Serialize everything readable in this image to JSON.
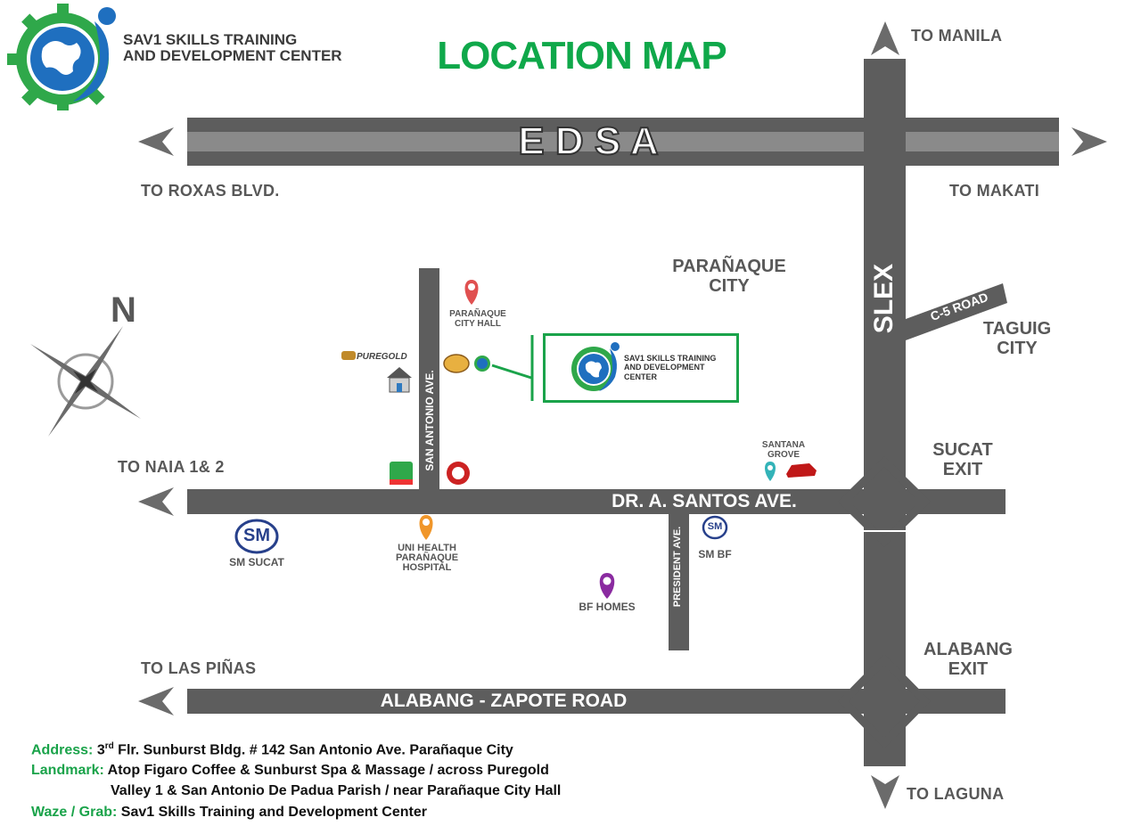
{
  "header": {
    "org_line1": "SAV1 SKILLS TRAINING",
    "org_line2": "AND DEVELOPMENT CENTER",
    "title": "LOCATION MAP"
  },
  "roads": {
    "edsa": "E D S A",
    "slex": "SLEX",
    "c5": "C-5 ROAD",
    "san_antonio": "SAN ANTONIO AVE.",
    "dr_santos": "DR. A. SANTOS AVE.",
    "president": "PRESIDENT AVE.",
    "alabang_zapote": "ALABANG - ZAPOTE ROAD"
  },
  "destinations": {
    "manila": "TO MANILA",
    "roxas": "TO ROXAS BLVD.",
    "makati": "TO MAKATI",
    "naia": "TO NAIA 1& 2",
    "las_pinas": "TO LAS PIÑAS",
    "laguna": "TO LAGUNA"
  },
  "areas": {
    "paranaque_city": "PARAÑAQUE CITY",
    "taguig_city": "TAGUIG CITY",
    "sucat_exit": "SUCAT EXIT",
    "alabang_exit": "ALABANG EXIT"
  },
  "landmarks": {
    "city_hall": "PARAÑAQUE CITY HALL",
    "puregold": "PUREGOLD",
    "santana_grove": "SANTANA GROVE",
    "sm_sucat": "SM SUCAT",
    "uni_health": "UNI HEALTH PARAÑAQUE HOSPITAL",
    "sm_bf": "SM BF",
    "bf_homes": "BF HOMES",
    "sm_logo": "SM"
  },
  "compass": {
    "north": "N"
  },
  "callout": {
    "line1": "SAV1 SKILLS TRAINING",
    "line2": "AND DEVELOPMENT CENTER"
  },
  "info": {
    "address_label": "Address:",
    "address_floor": "3",
    "address_sup": "rd",
    "address_value": " Flr. Sunburst Bldg. # 142 San Antonio Ave. Parañaque City",
    "landmark_label": "Landmark:",
    "landmark_value1": "Atop Figaro Coffee & Sunburst Spa & Massage /  across Puregold",
    "landmark_value2": "Valley 1 & San Antonio De Padua Parish / near Parañaque City Hall",
    "waze_label": "Waze / Grab:",
    "waze_value": "Sav1 Skills Training and Development Center"
  },
  "colors": {
    "road": "#5d5d5d",
    "title_green": "#0fa84a",
    "label_green": "#1aa34a",
    "logo_blue": "#1f6fbf",
    "logo_green": "#2fa84a",
    "text_gray": "#585858"
  }
}
